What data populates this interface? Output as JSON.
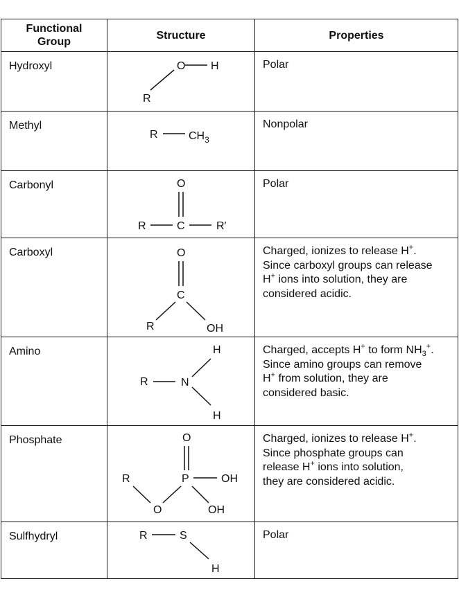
{
  "headers": {
    "group": "Functional Group",
    "structure": "Structure",
    "properties": "Properties"
  },
  "rows": [
    {
      "name": "Hydroxyl",
      "props": [
        "Polar"
      ]
    },
    {
      "name": "Methyl",
      "props": [
        "Nonpolar"
      ]
    },
    {
      "name": "Carbonyl",
      "props": [
        "Polar"
      ]
    },
    {
      "name": "Carboxyl",
      "props": [
        "Charged, ionizes to release H",
        "+",
        ".",
        "Since carboxyl groups can release",
        "H",
        "+",
        " ions into solution, they are",
        "considered acidic."
      ]
    },
    {
      "name": "Amino",
      "props": [
        "Charged, accepts H",
        "+",
        " to form NH",
        "3",
        "+",
        ".",
        "Since amino groups can remove",
        "H",
        "+",
        " from solution, they are",
        "considered basic."
      ]
    },
    {
      "name": "Phosphate",
      "props": [
        "Charged, ionizes to release H",
        "+",
        ".",
        "Since phosphate groups can",
        "release H",
        "+",
        " ions into solution,",
        "they are considered acidic."
      ]
    },
    {
      "name": "Sulfhydryl",
      "props": [
        "Polar"
      ]
    }
  ],
  "structures": {
    "hydroxyl": {
      "o": "O",
      "h": "H",
      "r": "R"
    },
    "methyl": {
      "r": "R",
      "ch": "CH",
      "sub": "3"
    },
    "carbonyl": {
      "o": "O",
      "r": "R",
      "c": "C",
      "rp": "R′"
    },
    "carboxyl": {
      "o": "O",
      "c": "C",
      "r": "R",
      "oh": "OH"
    },
    "amino": {
      "h1": "H",
      "r": "R",
      "n": "N",
      "h2": "H"
    },
    "phosphate": {
      "o_top": "O",
      "r": "R",
      "p": "P",
      "oh1": "OH",
      "o": "O",
      "oh2": "OH"
    },
    "sulfhydryl": {
      "r": "R",
      "s": "S",
      "h": "H"
    }
  }
}
